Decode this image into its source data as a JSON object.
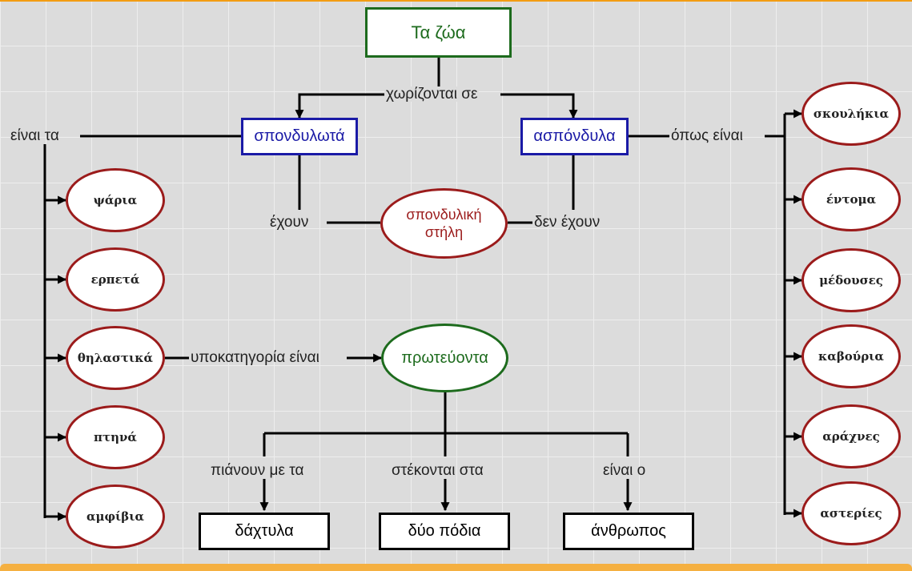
{
  "root": "Τα ζώα",
  "split_label": "χωρίζονται σε",
  "vertebrates": {
    "title": "σπονδυλωτά",
    "intro_label": "είναι τα",
    "has_label": "έχουν",
    "classes": [
      "ψάρια",
      "ερπετά",
      "θηλαστικά",
      "πτηνά",
      "αμφίβια"
    ]
  },
  "invertebrates": {
    "title": "ασπόνδυλα",
    "intro_label": "όπως είναι",
    "has_not_label": "δεν έχουν",
    "examples": [
      "σκουλήκια",
      "έντομα",
      "μέδουσες",
      "καβούρια",
      "αράχνες",
      "αστερίες"
    ]
  },
  "spine": "σπονδυλική\nστήλη",
  "subcategory_label": "υποκατηγορία είναι",
  "primates": {
    "title": "πρωτεύοντα",
    "traits": [
      {
        "label": "πιάνουν με τα",
        "value": "δάχτυλα"
      },
      {
        "label": "στέκονται στα",
        "value": "δύο πόδια"
      },
      {
        "label": "είναι ο",
        "value": "άνθρωπος"
      }
    ]
  },
  "colors": {
    "grid_background": "#dcdcdc",
    "root_border": "#1d6b1d",
    "category_border": "#1a1aa6",
    "ellipse_border": "#9b1b1b",
    "frame": "#f39c12"
  }
}
